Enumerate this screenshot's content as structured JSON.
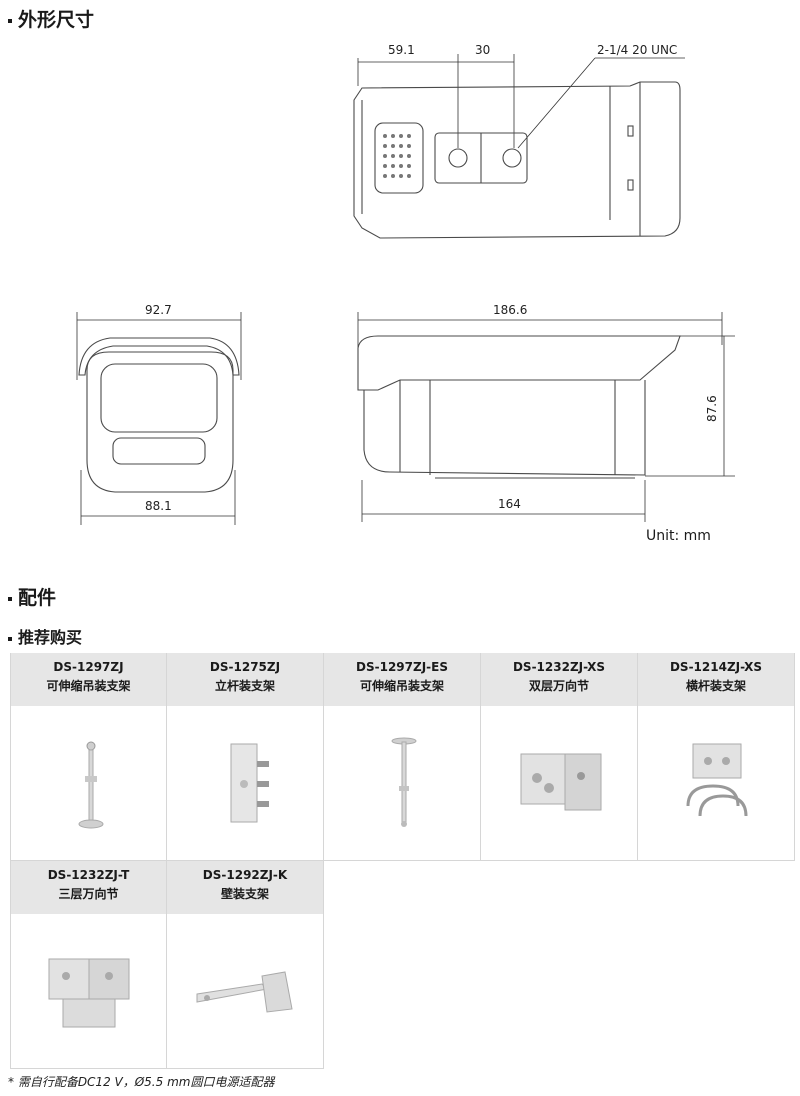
{
  "sections": {
    "dimensions_title": "外形尺寸",
    "accessories_title": "配件",
    "recommended_title": "推荐购买"
  },
  "dimensions": {
    "top_view": {
      "d1": "59.1",
      "d2": "30",
      "thread": "2-1/4  20 UNC"
    },
    "front_view": {
      "width_top": "92.7",
      "width_bottom": "88.1"
    },
    "side_view": {
      "length_top": "186.6",
      "length_bottom": "164",
      "height": "87.6"
    },
    "unit": "Unit: mm"
  },
  "accessories": [
    {
      "model": "DS-1297ZJ",
      "name": "可伸缩吊装支架",
      "icon": "telescopic-pendant-mount-icon"
    },
    {
      "model": "DS-1275ZJ",
      "name": "立杆装支架",
      "icon": "pole-mount-icon"
    },
    {
      "model": "DS-1297ZJ-ES",
      "name": "可伸缩吊装支架",
      "icon": "telescopic-pendant-mount-long-icon"
    },
    {
      "model": "DS-1232ZJ-XS",
      "name": "双层万向节",
      "icon": "double-universal-joint-icon"
    },
    {
      "model": "DS-1214ZJ-XS",
      "name": "横杆装支架",
      "icon": "crossbar-mount-icon"
    },
    {
      "model": "DS-1232ZJ-T",
      "name": "三层万向节",
      "icon": "triple-universal-joint-icon"
    },
    {
      "model": "DS-1292ZJ-K",
      "name": "壁装支架",
      "icon": "wall-mount-icon"
    }
  ],
  "footnote": "* 需自行配备DC12 V，Ø5.5 mm圆口电源适配器"
}
